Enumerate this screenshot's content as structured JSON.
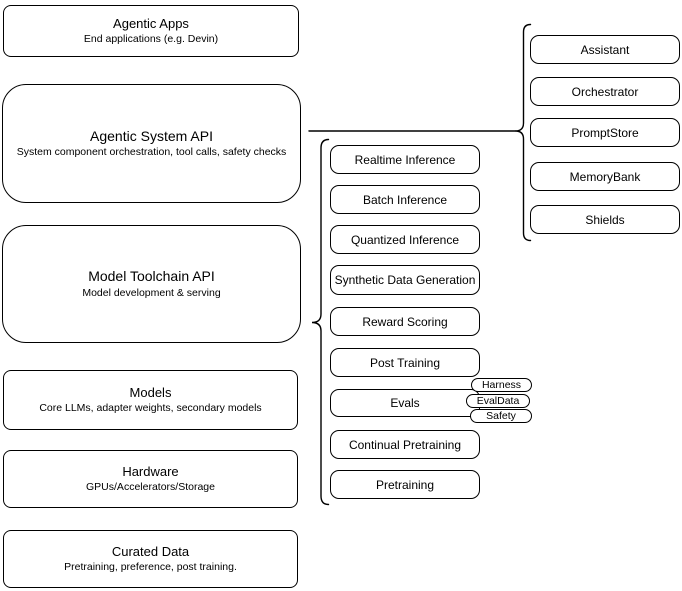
{
  "colors": {
    "stroke": "#000000",
    "background": "#ffffff",
    "text": "#000000"
  },
  "stack": {
    "layers": [
      {
        "id": "agentic-apps",
        "title": "Agentic Apps",
        "subtitle": "End applications (e.g. Devin)"
      },
      {
        "id": "agentic-system-api",
        "title": "Agentic System API",
        "subtitle": "System component orchestration, tool calls, safety checks"
      },
      {
        "id": "model-toolchain-api",
        "title": "Model Toolchain API",
        "subtitle": "Model development & serving"
      },
      {
        "id": "models",
        "title": "Models",
        "subtitle": "Core LLMs, adapter weights, secondary models"
      },
      {
        "id": "hardware",
        "title": "Hardware",
        "subtitle": "GPUs/Accelerators/Storage"
      },
      {
        "id": "curated-data",
        "title": "Curated Data",
        "subtitle": "Pretraining, preference, post training."
      }
    ]
  },
  "toolchain_services": {
    "items": [
      {
        "label": "Realtime Inference"
      },
      {
        "label": "Batch Inference"
      },
      {
        "label": "Quantized Inference"
      },
      {
        "label": "Synthetic Data Generation"
      },
      {
        "label": "Reward Scoring"
      },
      {
        "label": "Post Training"
      },
      {
        "label": "Evals"
      },
      {
        "label": "Continual Pretraining"
      },
      {
        "label": "Pretraining"
      }
    ]
  },
  "evals_tags": {
    "items": [
      {
        "label": "Harness"
      },
      {
        "label": "EvalData"
      },
      {
        "label": "Safety"
      }
    ]
  },
  "system_components": {
    "items": [
      {
        "label": "Assistant"
      },
      {
        "label": "Orchestrator"
      },
      {
        "label": "PromptStore"
      },
      {
        "label": "MemoryBank"
      },
      {
        "label": "Shields"
      }
    ]
  }
}
